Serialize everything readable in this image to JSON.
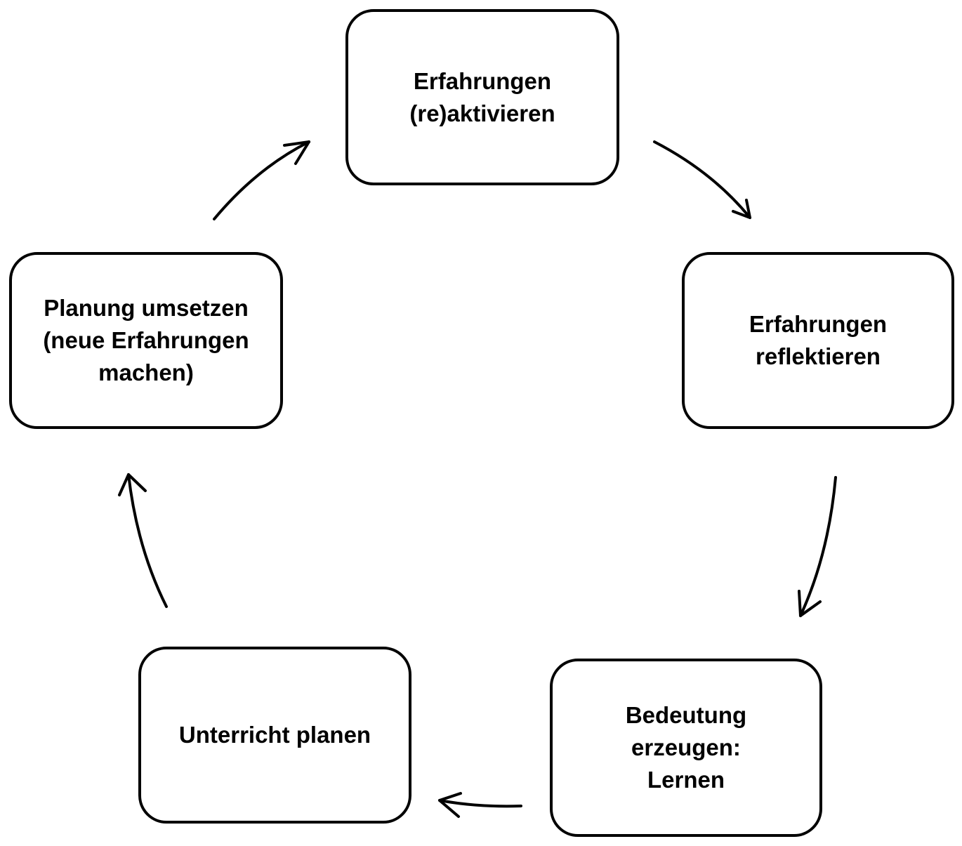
{
  "diagram": {
    "type": "cycle",
    "nodes": [
      {
        "id": "n1",
        "label": "Erfahrungen\n(re)aktivieren"
      },
      {
        "id": "n2",
        "label": "Erfahrungen\nreflektieren"
      },
      {
        "id": "n3",
        "label": "Bedeutung\nerzeugen:\nLernen"
      },
      {
        "id": "n4",
        "label": "Unterricht planen"
      },
      {
        "id": "n5",
        "label": "Planung umsetzen\n(neue Erfahrungen\nmachen)"
      }
    ],
    "edges": [
      {
        "from": "n1",
        "to": "n2"
      },
      {
        "from": "n2",
        "to": "n3"
      },
      {
        "from": "n3",
        "to": "n4"
      },
      {
        "from": "n4",
        "to": "n5"
      },
      {
        "from": "n5",
        "to": "n1"
      }
    ],
    "colors": {
      "stroke": "#000000",
      "fill": "#ffffff",
      "text": "#000000"
    }
  }
}
